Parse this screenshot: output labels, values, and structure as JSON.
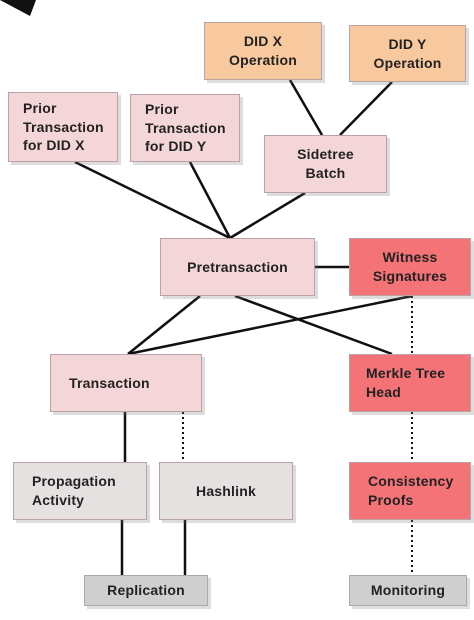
{
  "nodes": {
    "did_x_operation": "DID X\nOperation",
    "did_y_operation": "DID Y\nOperation",
    "prior_transaction_did_x": "Prior\nTransaction\nfor DID X",
    "prior_transaction_did_y": "Prior\nTransaction\nfor DID Y",
    "sidetree_batch": "Sidetree\nBatch",
    "pretransaction": "Pretransaction",
    "witness_signatures": "Witness\nSignatures",
    "transaction": "Transaction",
    "merkle_tree_head": "Merkle Tree\nHead",
    "propagation_activity": "Propagation\nActivity",
    "hashlink": "Hashlink",
    "consistency_proofs": "Consistency\nProofs",
    "replication": "Replication",
    "monitoring": "Monitoring"
  },
  "colors": {
    "operation": "#f8c99e",
    "light_pink": "#f4d6d8",
    "red": "#f47377",
    "grey": "#e6e1e1",
    "dark_grey": "#cfcfcf",
    "line": "#111111"
  }
}
